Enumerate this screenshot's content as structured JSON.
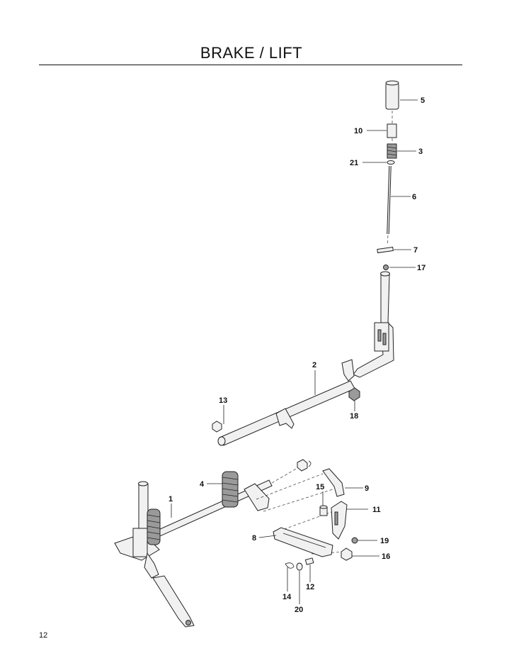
{
  "page": {
    "title": "BRAKE / LIFT",
    "page_number": "12"
  },
  "callouts": {
    "c1": "1",
    "c2": "2",
    "c3": "3",
    "c4": "4",
    "c5": "5",
    "c6": "6",
    "c7": "7",
    "c8": "8",
    "c9": "9",
    "c10": "10",
    "c11": "11",
    "c12": "12",
    "c13": "13",
    "c14": "14",
    "c15": "15",
    "c16": "16",
    "c17": "17",
    "c18": "18",
    "c19": "19",
    "c20": "20",
    "c21": "21"
  }
}
